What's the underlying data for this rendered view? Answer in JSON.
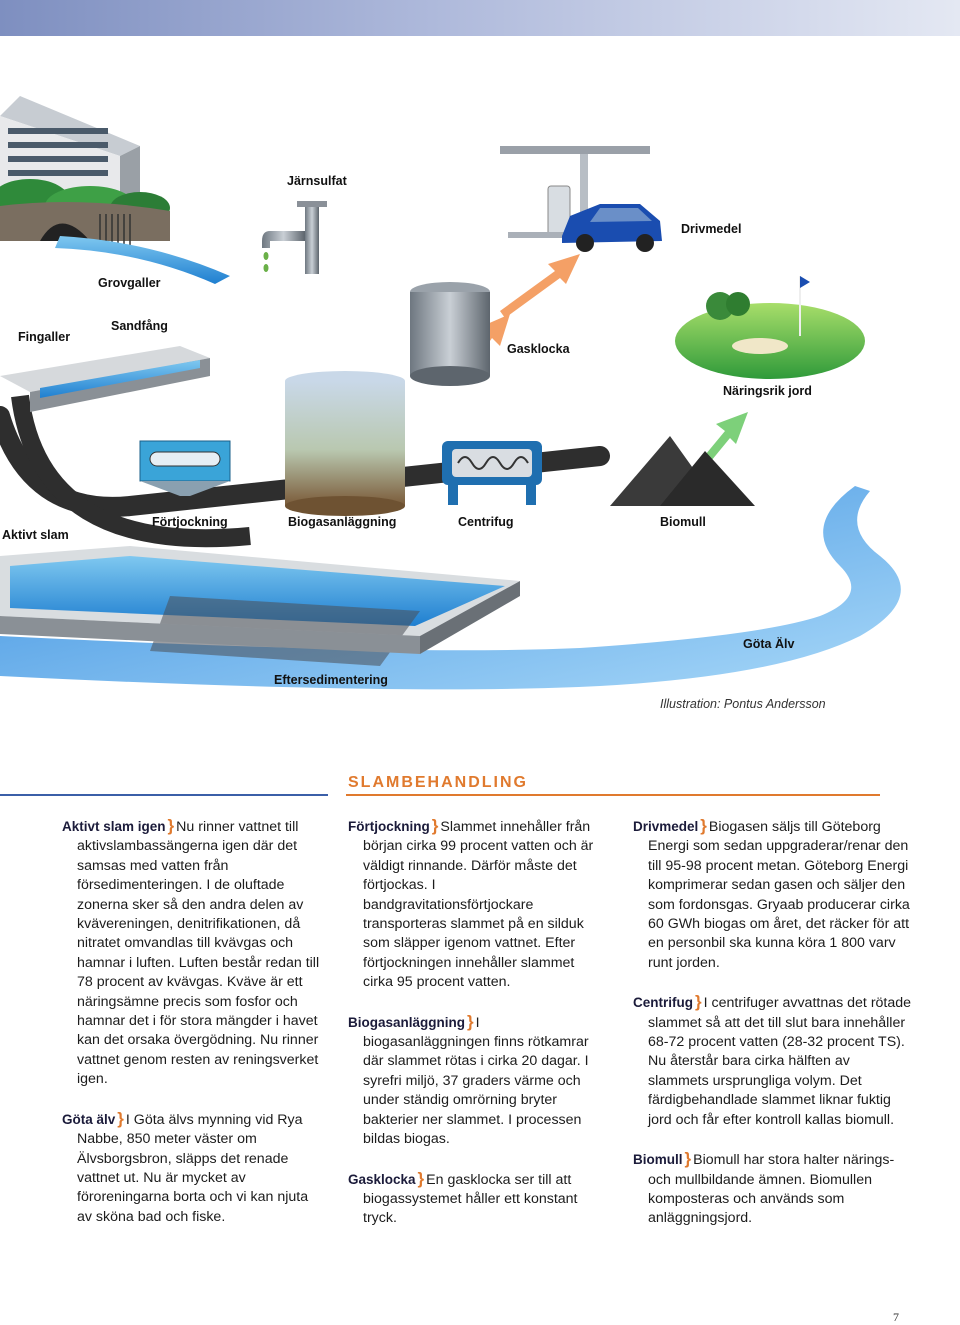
{
  "labels": {
    "jarnsulfat": "Järnsulfat",
    "drivmedel": "Drivmedel",
    "grovgaller": "Grovgaller",
    "fingaller": "Fingaller",
    "sandfang": "Sandfång",
    "gasklocka": "Gasklocka",
    "naringsrik_jord": "Näringsrik jord",
    "aktivt_slam": "Aktivt slam",
    "fortjockning": "Förtjockning",
    "biogasanlaggning": "Biogasanläggning",
    "centrifug": "Centrifug",
    "biomull": "Biomull",
    "gota_alv": "Göta Älv",
    "eftersedimentering": "Eftersedimentering"
  },
  "credit": "Illustration: Pontus Andersson",
  "section_title": "SLAMBEHANDLING",
  "col1": [
    {
      "head": "Aktivt slam igen",
      "text": "Nu rinner vattnet till aktivslambassängerna igen där det samsas med vatten från försedimenteringen. I de oluftade zonerna sker så den andra delen av kvävereningen, denitrifikationen, då nitratet omvandlas till kvävgas och hamnar i luften. Luften består redan till 78 procent av kvävgas. Kväve är ett näringsämne precis som fosfor och hamnar det i för stora mängder i havet kan det orsaka övergödning. Nu rinner vattnet genom resten av reningsverket igen."
    },
    {
      "head": "Göta älv",
      "text": "I Göta älvs mynning vid Rya Nabbe, 850 meter väster om Älvsborgsbron, släpps det renade vattnet ut. Nu är mycket av föroreningarna borta och vi kan njuta av sköna bad och fiske."
    }
  ],
  "col2": [
    {
      "head": "Förtjockning",
      "text": "Slammet innehåller från början cirka 99 procent vatten och är väldigt rinnande. Därför måste det förtjockas. I bandgravitationsförtjockare transporteras slammet på en silduk som släpper igenom vattnet. Efter förtjockningen innehåller slammet cirka 95 procent vatten."
    },
    {
      "head": "Biogasanläggning",
      "text": "I biogasanläggningen finns rötkamrar där slammet rötas i cirka 20 dagar. I syrefri miljö, 37 graders värme och under ständig omrörning bryter bakterier ner slammet. I processen bildas biogas."
    },
    {
      "head": "Gasklocka",
      "text": "En gasklocka ser till att biogassystemet håller ett konstant tryck."
    }
  ],
  "col3": [
    {
      "head": "Drivmedel",
      "text": "Biogasen säljs till Göteborg Energi som sedan uppgraderar/renar den till 95-98 procent metan. Göteborg Energi komprimerar sedan gasen och säljer den som fordonsgas. Gryaab producerar cirka 60 GWh biogas om året, det räcker för att en personbil ska kunna köra 1 800 varv runt jorden."
    },
    {
      "head": "Centrifug",
      "text": "I centrifuger avvattnas det rötade slammet så att det till slut bara innehåller 68-72 procent vatten (28-32 procent TS). Nu återstår bara cirka hälften av slammets ursprungliga volym. Det färdigbehandlade slammet liknar fuktig jord och får efter kontroll kallas biomull."
    },
    {
      "head": "Biomull",
      "text": "Biomull har stora halter närings- och mullbildande ämnen. Biomullen komposteras och används som anläggningsjord."
    }
  ],
  "page_number": "7"
}
